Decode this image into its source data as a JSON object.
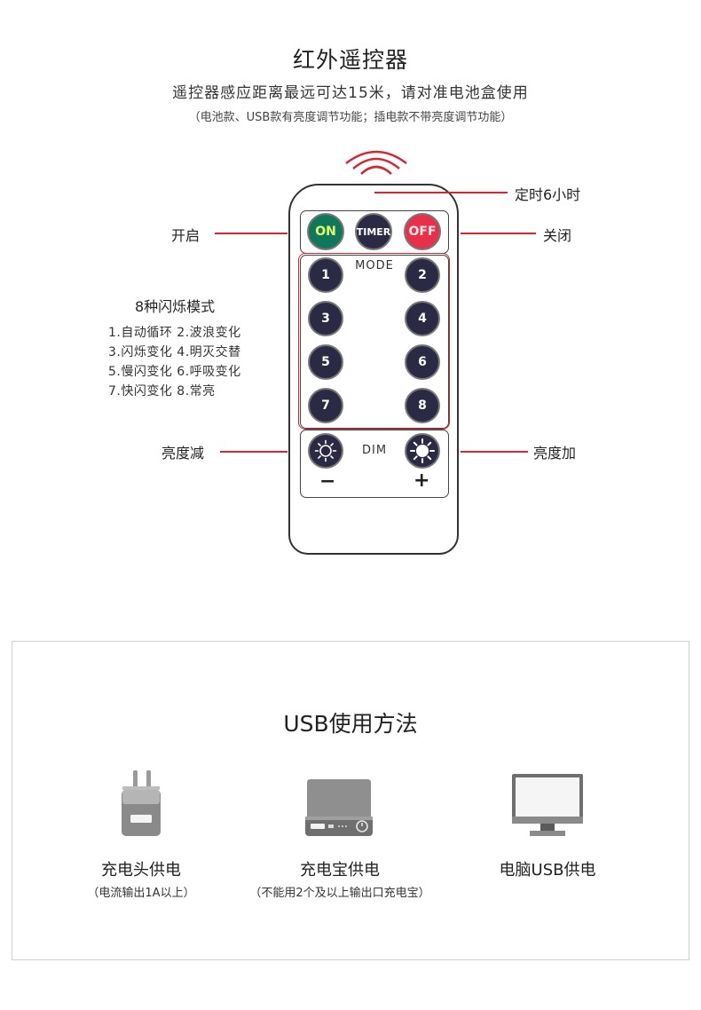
{
  "header": {
    "title": "红外遥控器",
    "subtitle": "遥控器感应距离最远可达15米，请对准电池盒使用",
    "note": "（电池款、USB款有亮度调节功能；插电款不带亮度调节功能）"
  },
  "remote": {
    "buttons": {
      "on": "ON",
      "timer": "TIMER",
      "off": "OFF"
    },
    "mode_label": "MODE",
    "dim_label": "DIM",
    "numbers": [
      "1",
      "2",
      "3",
      "4",
      "5",
      "6",
      "7",
      "8"
    ],
    "minus": "−",
    "plus": "+"
  },
  "callouts": {
    "timer": "定时6小时",
    "on": "开启",
    "off": "关闭",
    "dim_down": "亮度减",
    "dim_up": "亮度加"
  },
  "modes": {
    "title": "8种闪烁模式",
    "lines": [
      "1.自动循环   2.波浪变化",
      "3.闪烁变化  4.明灭交替",
      "5.慢闪变化  6.呼吸变化",
      "7.快闪变化  8.常亮"
    ]
  },
  "usb": {
    "title": "USB使用方法",
    "devices": [
      {
        "label": "充电头供电",
        "note": "（电流输出1A以上）",
        "icon": "charger-icon"
      },
      {
        "label": "充电宝供电",
        "note": "（不能用2个及以上输出口充电宝）",
        "icon": "power-bank-icon"
      },
      {
        "label": "电脑USB供电",
        "note": "",
        "icon": "monitor-icon"
      }
    ]
  },
  "colors": {
    "accent_red": "#d6262f",
    "on_green": "#10785a",
    "off_red": "#e8304a",
    "button_dark": "#2b2a45"
  }
}
